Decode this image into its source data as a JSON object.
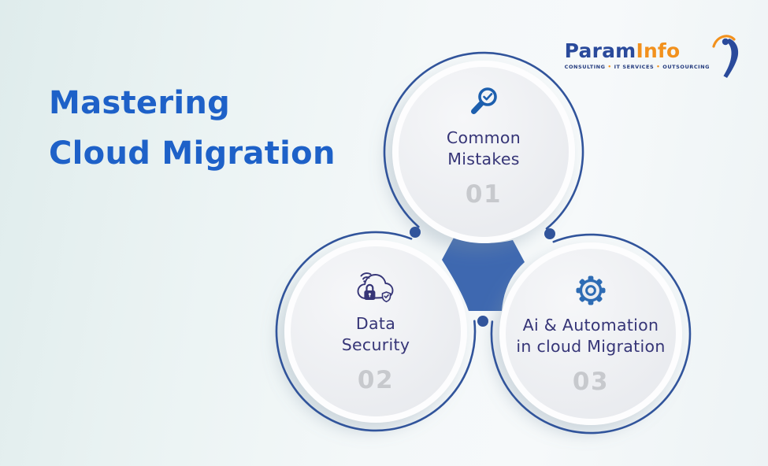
{
  "title": {
    "line1": "Mastering",
    "line2": "Cloud Migration"
  },
  "logo": {
    "brand_blue": "Param",
    "brand_orange": "Info",
    "separator": "•",
    "tagline_items": [
      "CONSULTING",
      "IT SERVICES",
      "OUTSOURCING"
    ]
  },
  "colors": {
    "title_blue": "#1e61c8",
    "ring_blue": "#31549b",
    "hexagon_blue": "#3e68b0",
    "label_navy": "#363577",
    "number_gray": "#c7c9cd",
    "logo_blue": "#2a4a9b",
    "logo_orange": "#f2911d",
    "icon_blue": "#1d5fae",
    "circle_fill": "#eceef1"
  },
  "circles": [
    {
      "id": "common-mistakes",
      "icon": "magnifier-check-icon",
      "label_line1": "Common",
      "label_line2": "Mistakes",
      "number": "01"
    },
    {
      "id": "data-security",
      "icon": "cloud-lock-icon",
      "label_line1": "Data",
      "label_line2": "Security",
      "number": "02"
    },
    {
      "id": "ai-automation",
      "icon": "gear-icon",
      "label_line1": "Ai & Automation",
      "label_line2": "in cloud Migration",
      "number": "03"
    }
  ]
}
